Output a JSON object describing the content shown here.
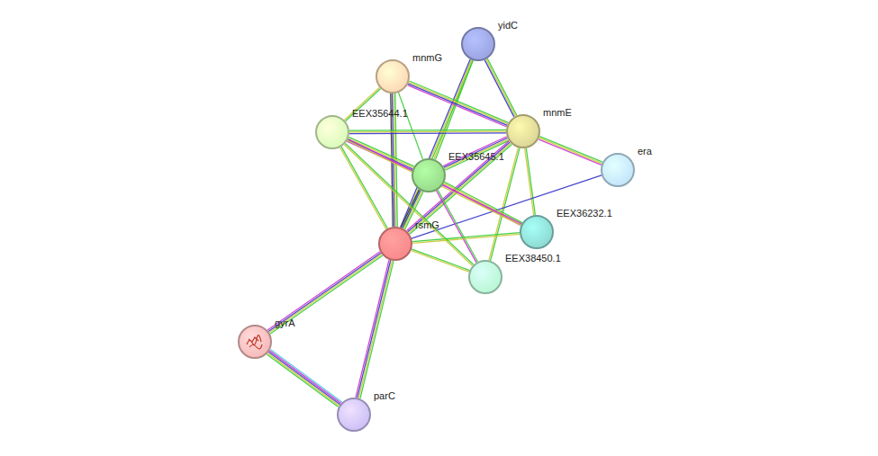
{
  "diagram": {
    "nodes": [
      {
        "text": [
          "yidC"
        ]
      },
      {
        "text": [
          "mnmG"
        ]
      },
      {
        "text": [
          "EEX35644.1"
        ]
      },
      {
        "text": [
          "mnmE"
        ]
      },
      {
        "text": [
          "era"
        ]
      },
      {
        "text": [
          "EEX35645.1"
        ]
      },
      {
        "text": [
          "rsmG"
        ]
      },
      {
        "text": [
          "EEX36232.1"
        ]
      },
      {
        "text": [
          "EEX38450.1"
        ]
      },
      {
        "text": [
          "gyrA"
        ]
      },
      {
        "text": [
          "parC"
        ]
      }
    ],
    "edges": [
      {
        "from": 0,
        "to": 3,
        "arrow": "none"
      },
      {
        "from": 0,
        "to": 5,
        "arrow": "none"
      },
      {
        "from": 0,
        "to": 6,
        "arrow": "none"
      },
      {
        "from": 1,
        "to": 3,
        "arrow": "none"
      },
      {
        "from": 1,
        "to": 5,
        "arrow": "none"
      },
      {
        "from": 1,
        "to": 6,
        "arrow": "none"
      },
      {
        "from": 1,
        "to": 2,
        "arrow": "none"
      },
      {
        "from": 2,
        "to": 3,
        "arrow": "none"
      },
      {
        "from": 2,
        "to": 5,
        "arrow": "none"
      },
      {
        "from": 2,
        "to": 6,
        "arrow": "none"
      },
      {
        "from": 3,
        "to": 4,
        "arrow": "none"
      },
      {
        "from": 3,
        "to": 5,
        "arrow": "none"
      },
      {
        "from": 3,
        "to": 6,
        "arrow": "none"
      },
      {
        "from": 3,
        "to": 7,
        "arrow": "none"
      },
      {
        "from": 3,
        "to": 8,
        "arrow": "none"
      },
      {
        "from": 6,
        "to": 4,
        "arrow": "none"
      },
      {
        "from": 5,
        "to": 6,
        "arrow": "none"
      },
      {
        "from": 5,
        "to": 7,
        "arrow": "none"
      },
      {
        "from": 5,
        "to": 8,
        "arrow": "none"
      },
      {
        "from": 6,
        "to": 7,
        "arrow": "none"
      },
      {
        "from": 6,
        "to": 8,
        "arrow": "none"
      },
      {
        "from": 2,
        "to": 7,
        "arrow": "none"
      },
      {
        "from": 2,
        "to": 8,
        "arrow": "none"
      },
      {
        "from": 6,
        "to": 9,
        "arrow": "none"
      },
      {
        "from": 6,
        "to": 10,
        "arrow": "none"
      },
      {
        "from": 9,
        "to": 10,
        "arrow": "none"
      }
    ]
  }
}
